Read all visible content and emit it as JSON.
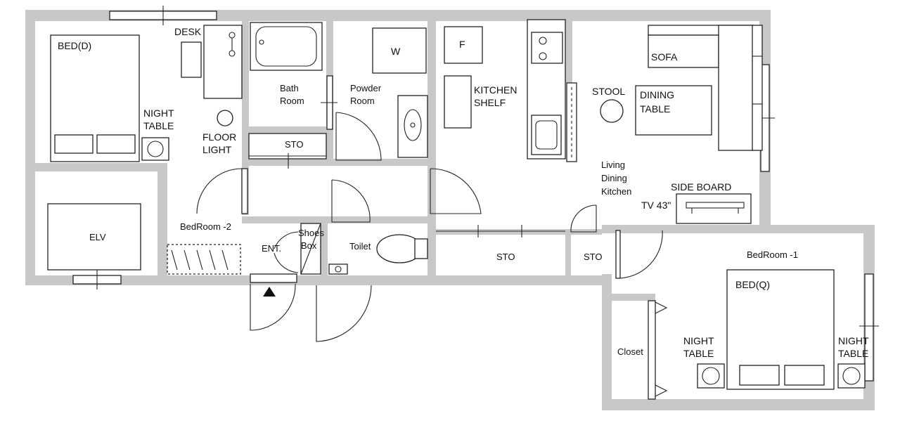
{
  "labels": {
    "bed_d": "BED(D)",
    "desk": "DESK",
    "night_table_left_1": "NIGHT",
    "night_table_left_2": "TABLE",
    "floor_light_1": "FLOOR",
    "floor_light_2": "LIGHT",
    "bath_1": "Bath",
    "bath_2": "Room",
    "powder_1": "Powder",
    "powder_2": "Room",
    "washer": "W",
    "sto_upper": "STO",
    "fridge": "F",
    "kitchen_shelf_1": "KITCHEN",
    "kitchen_shelf_2": "SHELF",
    "stool": "STOOL",
    "sofa": "SOFA",
    "dining_1": "DINING",
    "dining_2": "TABLE",
    "ldk_1": "Living",
    "ldk_2": "Dining",
    "ldk_3": "Kitchen",
    "side_board": "SIDE BOARD",
    "tv": "TV 43\"",
    "elv": "ELV",
    "bedroom2": "BedRoom -2",
    "ent": "ENT.",
    "shoes_1": "Shoes",
    "shoes_2": "Box",
    "toilet": "Toilet",
    "sto_mid": "STO",
    "sto_small": "STO",
    "bedroom1": "BedRoom -1",
    "bed_q": "BED(Q)",
    "closet": "Closet",
    "night_table_mid_1": "NIGHT",
    "night_table_mid_2": "TABLE",
    "night_table_right_1": "NIGHT",
    "night_table_right_2": "TABLE"
  },
  "colors": {
    "wall": "#c8c8c8",
    "line": "#222222",
    "background": "#ffffff"
  }
}
